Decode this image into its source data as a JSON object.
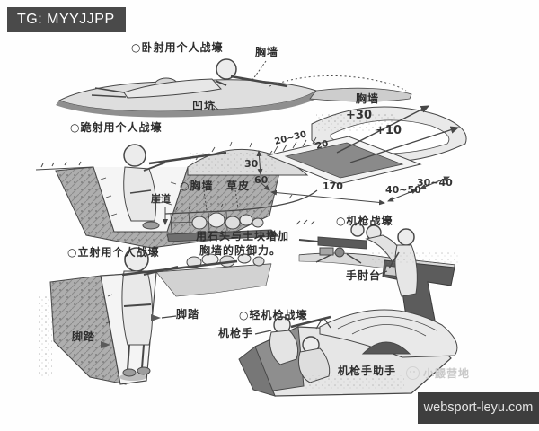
{
  "header": {
    "tag_label": "TG: MYYJJPP"
  },
  "diagram": {
    "prone": {
      "title": "○卧射用个人战壕",
      "breastwork": "胸墙",
      "pit": "凹坑"
    },
    "kneeling": {
      "title": "○跪射用个人战壕"
    },
    "dimensions": {
      "breastwork": "胸墙",
      "rise_rear": "+30",
      "rise_front": "+10",
      "slope_top": "20~30",
      "slope_right": "20",
      "depth_left": "30",
      "depth_front": "60",
      "length": "170",
      "width_front": "40~50",
      "width_rear": "30~40"
    },
    "wall_note": {
      "breastwork": "○胸墙",
      "sod": "草皮",
      "cliff_path": "崖道",
      "note_line1": "用石头与土块增加",
      "note_line2": "胸墙的防御力。"
    },
    "machine_gun": {
      "title": "○机枪战壕",
      "elbow_rest": "手肘台"
    },
    "standing": {
      "title": "○立射用个人战壕",
      "footstep_right": "脚踏",
      "footstep_left": "脚踏"
    },
    "light_mg": {
      "title": "○轻机枪战壕",
      "gunner": "机枪手",
      "assistant": "机枪手助手"
    }
  },
  "footer": {
    "watermark": "小鼹营地",
    "site": "websport-leyu.com"
  },
  "colors": {
    "bar": "#4a4a4a",
    "bar2": "#3e3e3e",
    "ink": "#474747",
    "watermark": "#c9c9c9"
  }
}
